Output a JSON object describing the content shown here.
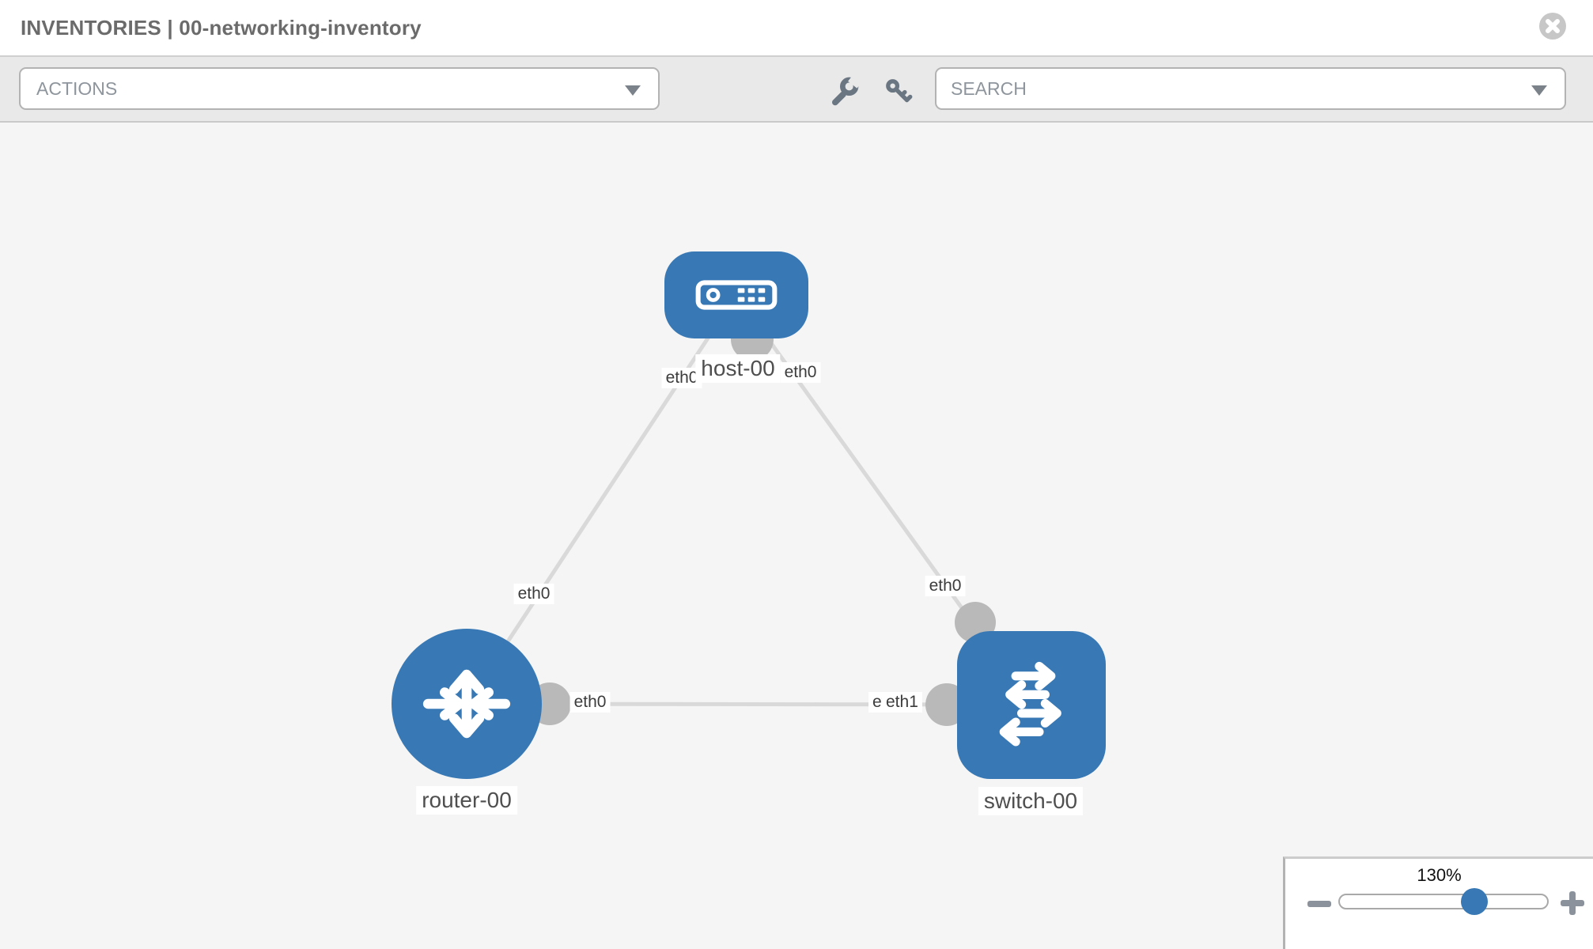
{
  "header": {
    "title": "INVENTORIES | 00-networking-inventory"
  },
  "toolbar": {
    "actions_label": "ACTIONS",
    "search_placeholder": "SEARCH"
  },
  "topology": {
    "nodes": [
      {
        "id": "host-00",
        "type": "host",
        "label": "host-00"
      },
      {
        "id": "router-00",
        "type": "router",
        "label": "router-00"
      },
      {
        "id": "switch-00",
        "type": "switch",
        "label": "switch-00"
      }
    ],
    "links": [
      {
        "from": "router-00",
        "to": "host-00"
      },
      {
        "from": "host-00",
        "to": "switch-00"
      },
      {
        "from": "router-00",
        "to": "switch-00"
      }
    ],
    "interface_labels": [
      {
        "text": "eth0"
      },
      {
        "text": "eth0"
      },
      {
        "text": "eth0"
      },
      {
        "text": "eth0"
      },
      {
        "text": "eth0"
      },
      {
        "text": "eth0"
      },
      {
        "text": "eth1"
      }
    ]
  },
  "zoom_control": {
    "level": "130%"
  },
  "colors": {
    "node_blue": "#3879b5",
    "link_gray": "#d9d9d9",
    "connector_gray": "#b9b9b9",
    "canvas_bg": "#f5f5f5"
  }
}
